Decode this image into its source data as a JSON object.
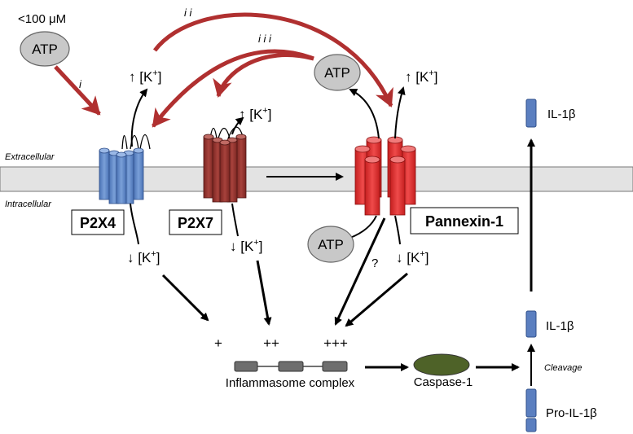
{
  "atp_top_label": "<100 μM",
  "atp_labels": {
    "left": "ATP",
    "center": "ATP",
    "bottom": "ATP"
  },
  "roman_labels": {
    "i": "i",
    "ii": "i i",
    "iii": "i i i"
  },
  "membrane_labels": {
    "extracellular": "Extracellular",
    "intracellular": "Intracellular"
  },
  "channel_labels": {
    "p2x4": "P2X4",
    "p2x7": "P2X7",
    "pannexin": "Pannexin-1"
  },
  "k_labels": {
    "p2x4_up": "↑ [K",
    "p2x7_up": "↑ [K",
    "panx_up": "↑ [K",
    "p2x4_down": "↓ [K",
    "p2x7_down": "↓ [K",
    "panx_down": "↓ [K",
    "plus_sup": "+",
    "close": "]"
  },
  "question_mark": "?",
  "signal_strength": {
    "plus1": "+",
    "plus2": "++",
    "plus3": "+++"
  },
  "inflammasome_label": "Inflammasome complex",
  "caspase_label": "Caspase-1",
  "cleavage_label": "Cleavage",
  "il_labels": {
    "top": "IL-1β",
    "middle": "IL-1β",
    "pro": "Pro-IL-1β"
  },
  "colors": {
    "red_arrow": "#b03030",
    "p2x4": "#5b86c7",
    "p2x7": "#8b2e2a",
    "pannexin": "#e02a2a",
    "membrane": "#e3e3e3",
    "atp_fill": "#c8c8c8",
    "caspase": "#4e6228",
    "il_box": "#5b7fc0"
  }
}
